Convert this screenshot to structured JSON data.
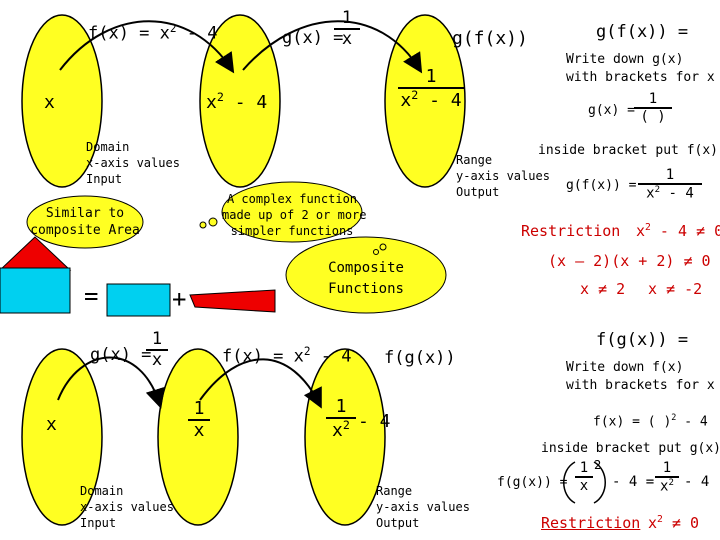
{
  "colors": {
    "oval_fill": "#ffff22",
    "cyan": "#00d0f0",
    "red": "#ee0000",
    "red_text": "#cc0000"
  },
  "top": {
    "f_label": "f(x) = x",
    "f_sup": "2",
    "f_tail": " - 4",
    "g_label": "g(x) =",
    "g_num": "1",
    "g_den": "x",
    "gf_label": "g(f(x))",
    "x_label": "x",
    "mid_label": "x",
    "mid_sup": "2",
    "mid_tail": " - 4",
    "right_num": "1",
    "right_den_base": "x",
    "right_den_sup": "2",
    "right_den_tail": " - 4"
  },
  "top_right": {
    "title": "g(f(x)) =",
    "line1": "Write down g(x)",
    "line2": "with brackets for x",
    "g_eq": "g(x) =",
    "g_num": "1",
    "g_den": "(   )",
    "inside": "inside bracket put f(x)",
    "gf_eq": "g(f(x)) =",
    "gf_num": "1",
    "gf_den_base": "x",
    "gf_den_sup": "2",
    "gf_den_tail": " - 4",
    "restriction_label": "Restriction",
    "restriction_expr": "x",
    "restriction_sup": "2",
    "restriction_tail": " - 4 ≠ 0",
    "factored": "(x – 2)(x + 2) ≠ 0",
    "solutions_a": "x ≠ 2",
    "solutions_b": "x ≠ -2"
  },
  "notes": {
    "domain_top": [
      "Domain",
      "x-axis values",
      "Input"
    ],
    "range_top": [
      "Range",
      "y-axis values",
      "Output"
    ],
    "domain_bottom": [
      "Domain",
      "x-axis values",
      "Input"
    ],
    "range_bottom": [
      "Range",
      "y-axis values",
      "Output"
    ]
  },
  "callouts": {
    "similar": [
      "Similar to",
      "composite Area"
    ],
    "complex": [
      "A complex function",
      "made up of 2 or more",
      "simpler functions"
    ],
    "composite": [
      "Composite",
      "Functions"
    ]
  },
  "shapes": {
    "equals": "=",
    "plus": "+"
  },
  "bottom": {
    "g_label": "g(x) =",
    "g_num": "1",
    "g_den": "x",
    "f_label": "f(x) = x",
    "f_sup": "2",
    "f_tail": " - 4",
    "fg_label": "f(g(x))",
    "x_label": "x",
    "mid_num": "1",
    "mid_den": "x",
    "right_num": "1",
    "right_den": "x",
    "right_den_sup": "2",
    "right_tail": "- 4"
  },
  "bottom_right": {
    "title": "f(g(x)) =",
    "line1": "Write down f(x)",
    "line2": "with brackets for x",
    "f_eq": "f(x) = (  )",
    "f_sup": "2",
    "f_tail": " - 4",
    "inside": "inside bracket put g(x)",
    "fg_eq": "f(g(x)) =",
    "fg_num": "1",
    "fg_den": "x",
    "fg_sup": "2",
    "fg_mid": "- 4 =",
    "fg_num2": "1",
    "fg_den2": "x",
    "fg_den2_sup": "2",
    "fg_tail": "- 4",
    "restriction_label": "Restriction",
    "restriction_expr": "x",
    "restriction_sup": "2",
    "restriction_tail": " ≠ 0"
  }
}
